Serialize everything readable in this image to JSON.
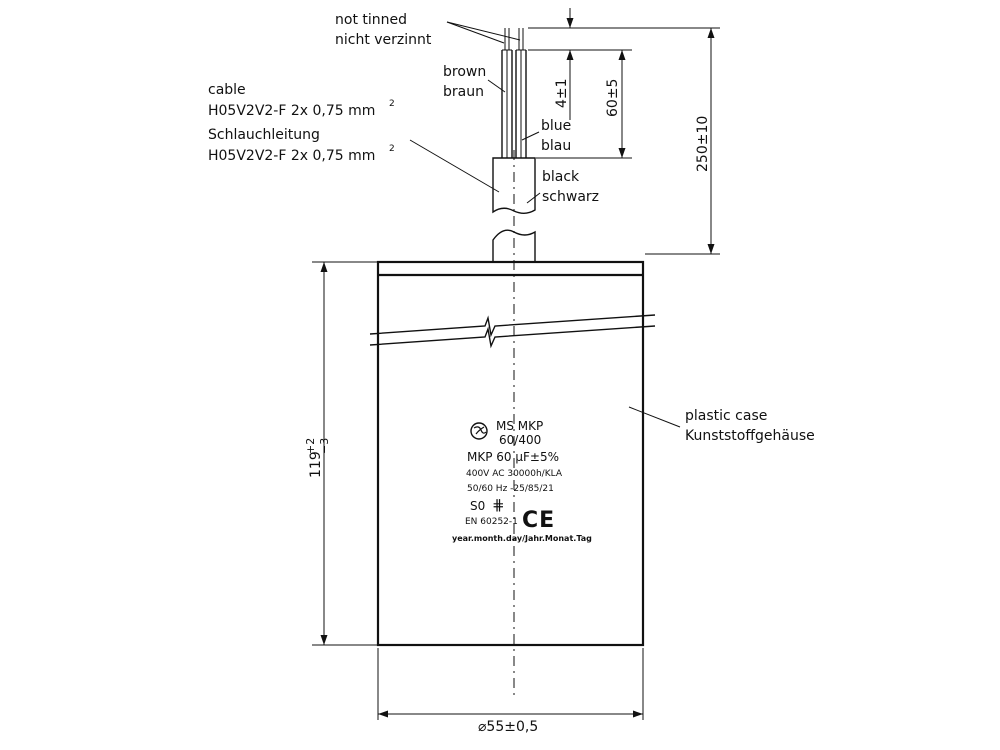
{
  "labels": {
    "not_tinned": "not tinned",
    "nicht_verzinnt": "nicht verzinnt",
    "brown": "brown",
    "braun": "braun",
    "blue": "blue",
    "blau": "blau",
    "black": "black",
    "schwarz": "schwarz",
    "cable": "cable",
    "cable_spec_1": "H05V2V2-F 2x 0,75 mm",
    "schlauchleitung": "Schlauchleitung",
    "cable_spec_2": "H05V2V2-F 2x 0,75 mm",
    "superscript": "2",
    "plastic_case": "plastic case",
    "kunststoffgehaeuse": "Kunststoffgehäuse"
  },
  "dimensions": {
    "strip_length": "4±1",
    "wire_length": "60±5",
    "cable_length": "250±10",
    "height_base": "119",
    "height_tol_plus": "+2",
    "height_tol_minus": "−3",
    "diameter": "⌀55±0,5"
  },
  "marking": {
    "line1": "MS MKP",
    "line2": "60/400",
    "line3": "MKP 60 µF±5%",
    "line4": "400V AC 30000h/KLA",
    "line5": "50/60 Hz -25/85/21",
    "line6": "S0",
    "line6_symbol": "⋕",
    "line7": "EN 60252-1",
    "ce": "CE",
    "line8": "year.month.day/Jahr.Monat.Tag"
  }
}
